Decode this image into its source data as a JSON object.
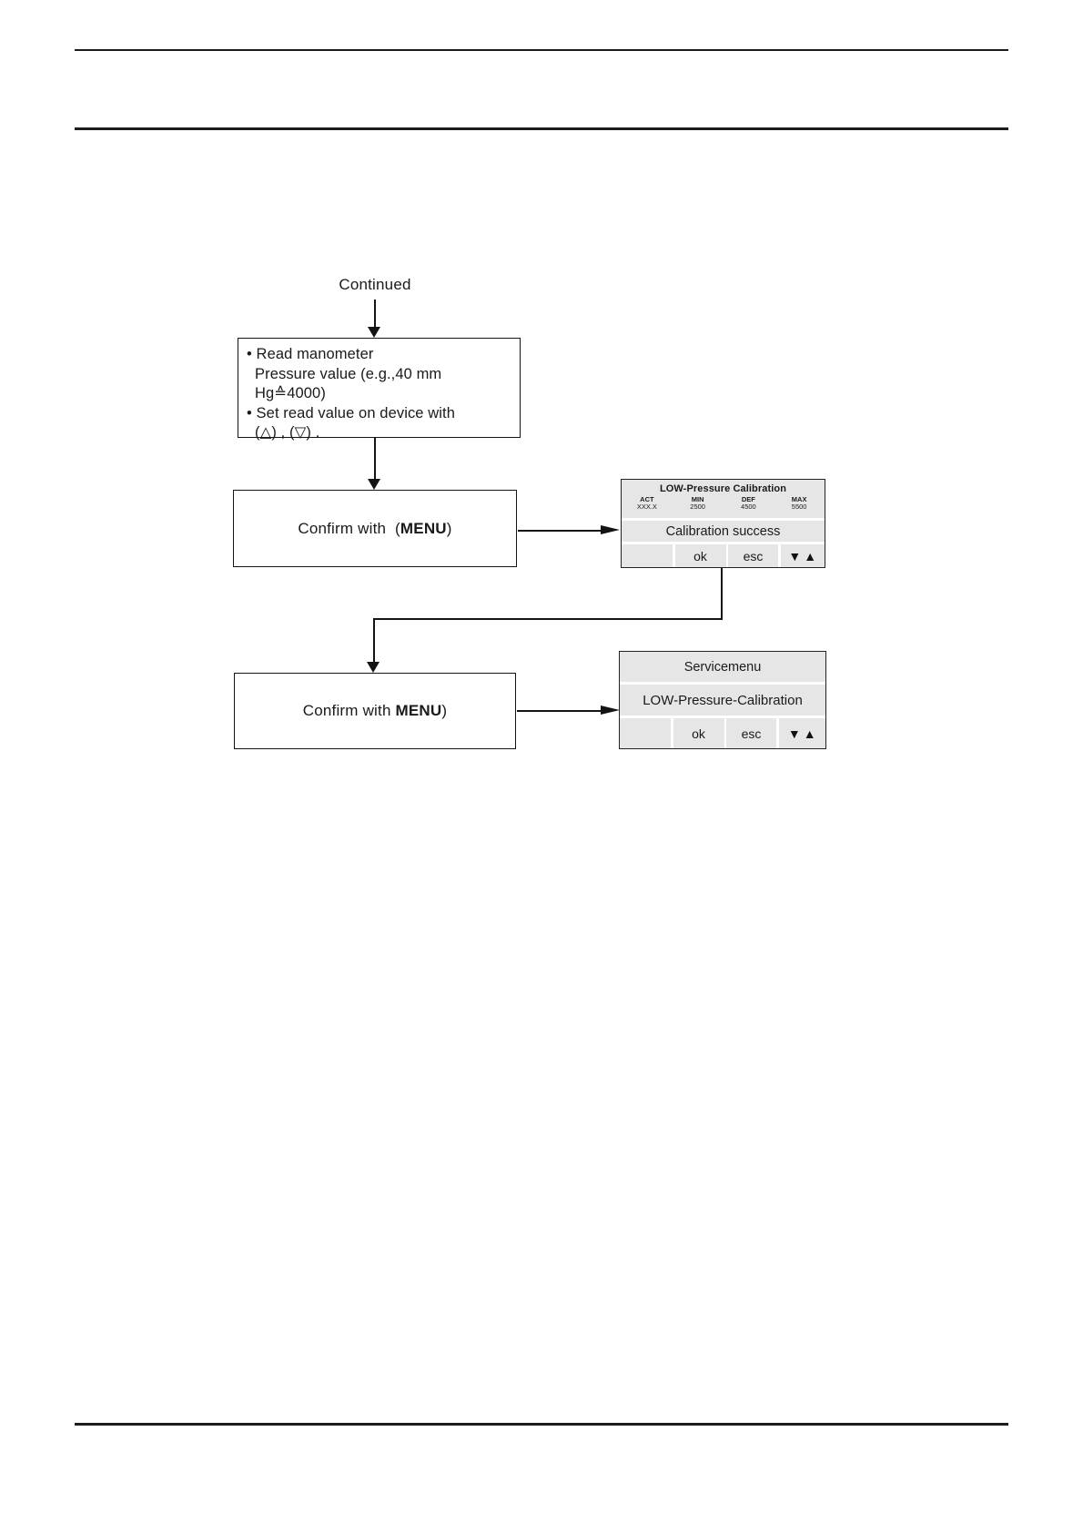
{
  "colors": {
    "screen_bg": "#e6e6e6",
    "line": "#141414",
    "paper": "#ffffff"
  },
  "flowchart": {
    "continued_label": "Continued",
    "read_box": {
      "line1": "• Read manometer",
      "line2": "Pressure value (e.g.,40 mm Hg≙4000)",
      "line3": "• Set read value on device with",
      "line4": "(△) , (▽) ."
    },
    "confirm1": {
      "prefix": "Confirm with  (",
      "key": "MENU",
      "suffix": ")"
    },
    "confirm2": {
      "prefix": "Confirm with ",
      "key": "MENU",
      "suffix": ")"
    }
  },
  "display1": {
    "title": "LOW-Pressure Calibration",
    "params": [
      {
        "label": "ACT",
        "value": "XXX.X"
      },
      {
        "label": "MIN",
        "value": "2500"
      },
      {
        "label": "DEF",
        "value": "4500"
      },
      {
        "label": "MAX",
        "value": "5500"
      }
    ],
    "message": "Calibration success",
    "softkeys": {
      "blank": "",
      "ok": "ok",
      "esc": "esc",
      "arrows": "▼▲"
    }
  },
  "display2": {
    "row1": "Servicemenu",
    "row2": "LOW-Pressure-Calibration",
    "softkeys": {
      "blank": "",
      "ok": "ok",
      "esc": "esc",
      "arrows": "▼▲"
    }
  }
}
